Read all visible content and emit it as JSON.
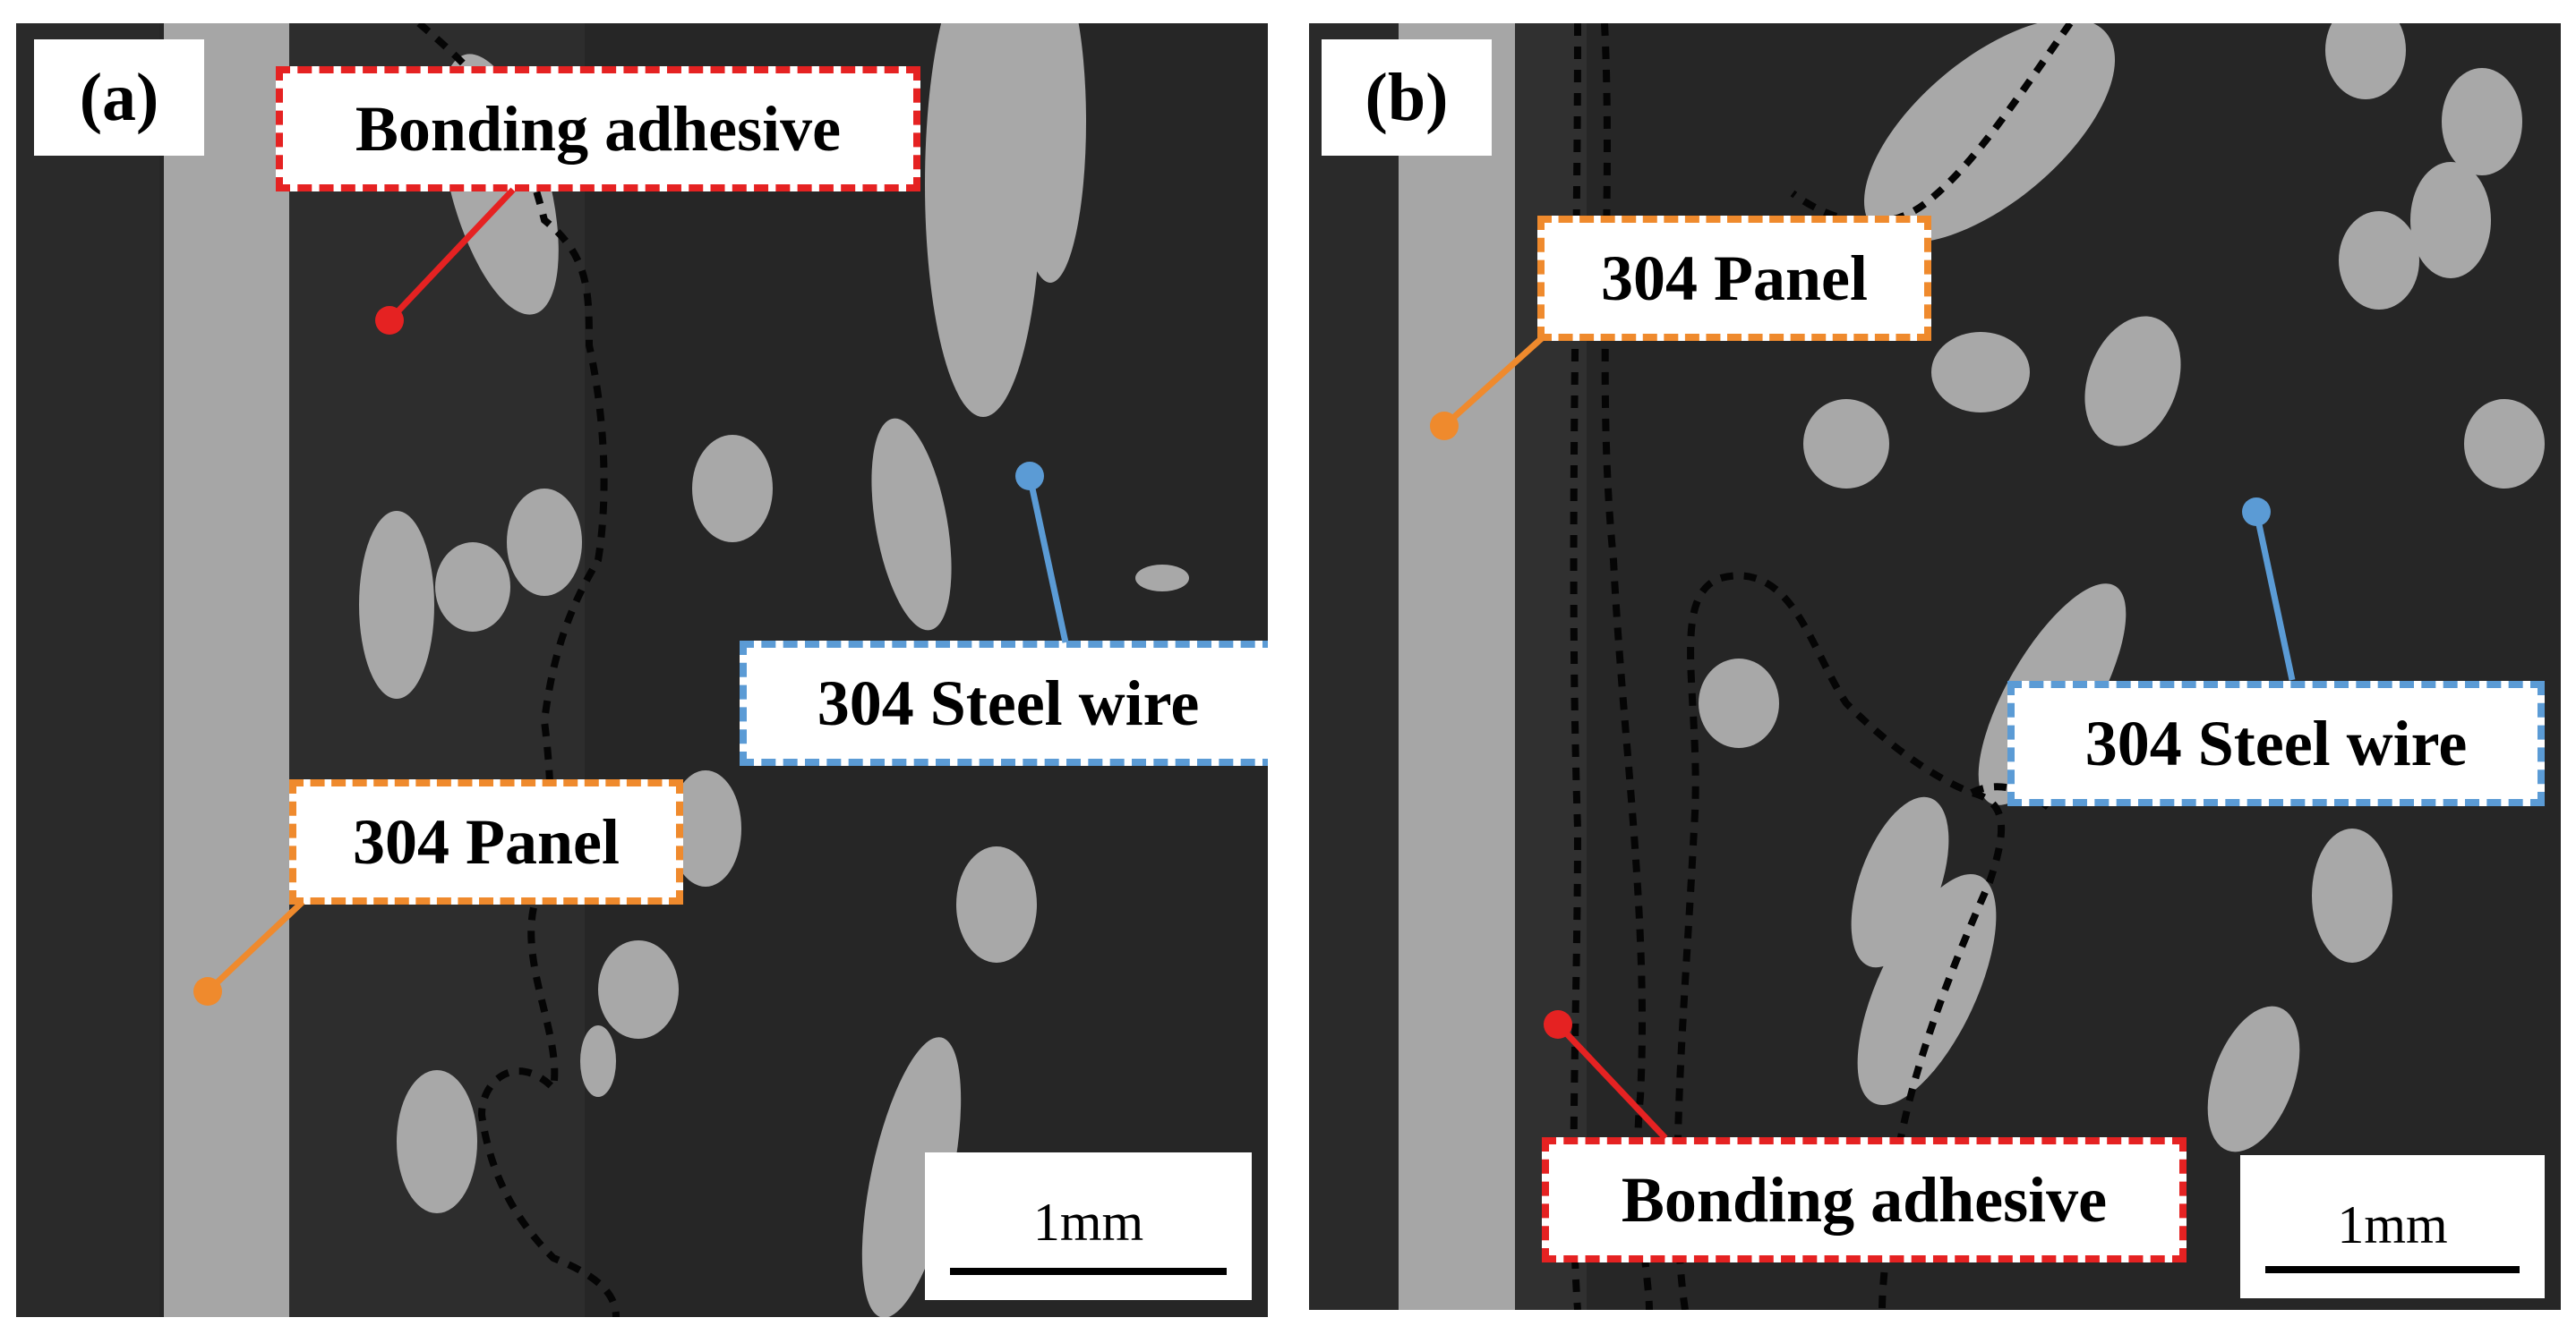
{
  "panels": [
    {
      "tag": "(a)",
      "labels": {
        "adhesive": "Bonding adhesive",
        "panel": "304 Panel",
        "wire": "304 Steel wire"
      },
      "scale_bar": "1mm"
    },
    {
      "tag": "(b)",
      "labels": {
        "adhesive": "Bonding adhesive",
        "panel": "304 Panel",
        "wire": "304 Steel wire"
      },
      "scale_bar": "1mm"
    }
  ],
  "colors": {
    "adhesive": "#e52222",
    "panel": "#ef8a2d",
    "wire": "#5b9bd5",
    "background": "#232323",
    "steel": "#a8a8a8"
  }
}
